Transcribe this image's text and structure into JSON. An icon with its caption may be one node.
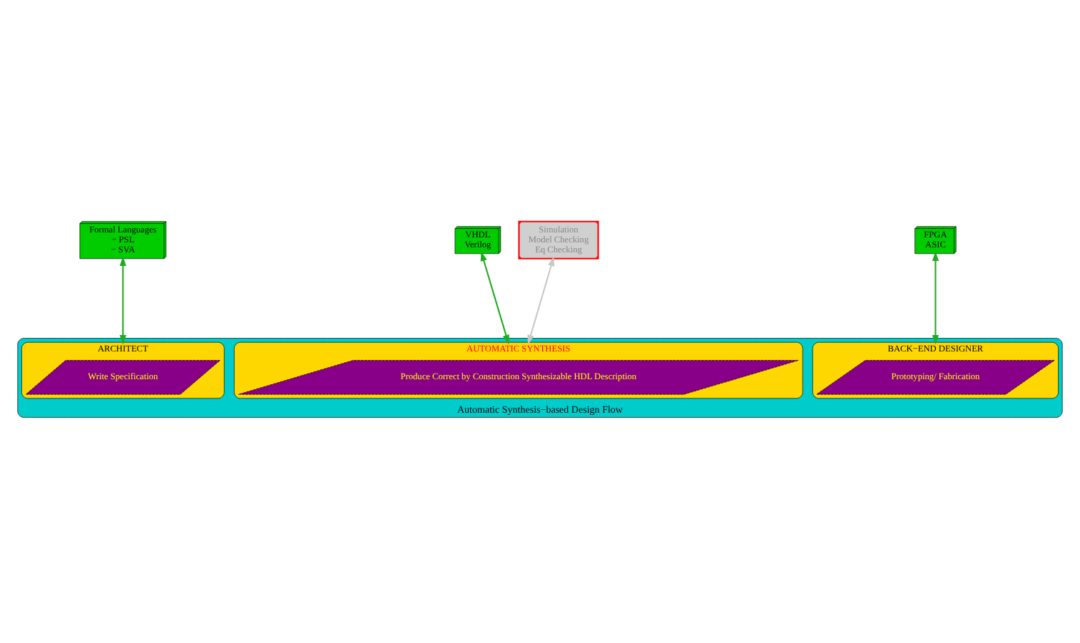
{
  "diagram": {
    "nodes": [
      {
        "text": [
          "Formal Languages",
          "− PSL",
          "− SVA"
        ]
      },
      {
        "text": [
          "VHDL",
          "Verilog"
        ]
      },
      {
        "text": [
          "Simulation",
          "Model Checking",
          "Eq Checking"
        ]
      },
      {
        "text": [
          "FPGA",
          "ASIC"
        ]
      },
      {
        "text": [
          "Automatic Synthesis−based Design Flow"
        ]
      },
      {
        "text": [
          "ARCHITECT"
        ],
        "in": 4
      },
      {
        "text": [
          "Write Specification"
        ],
        "in": 5
      },
      {
        "text": [
          "AUTOMATIC SYNTHESIS"
        ],
        "in": 4
      },
      {
        "text": [
          "Produce Correct by Construction Synthesizable HDL Description"
        ],
        "in": 7
      },
      {
        "text": [
          "BACK−END DESIGNER"
        ],
        "in": 4
      },
      {
        "text": [
          "Prototyping/ Fabrication"
        ],
        "in": 9
      }
    ],
    "edges": [
      {
        "from": 0,
        "to": 5,
        "arrow": "both"
      },
      {
        "from": 1,
        "to": 7,
        "arrow": "both"
      },
      {
        "from": 2,
        "to": 7,
        "arrow": "both",
        "color": "#c8c8c8"
      },
      {
        "from": 3,
        "to": 9,
        "arrow": "both"
      }
    ]
  }
}
